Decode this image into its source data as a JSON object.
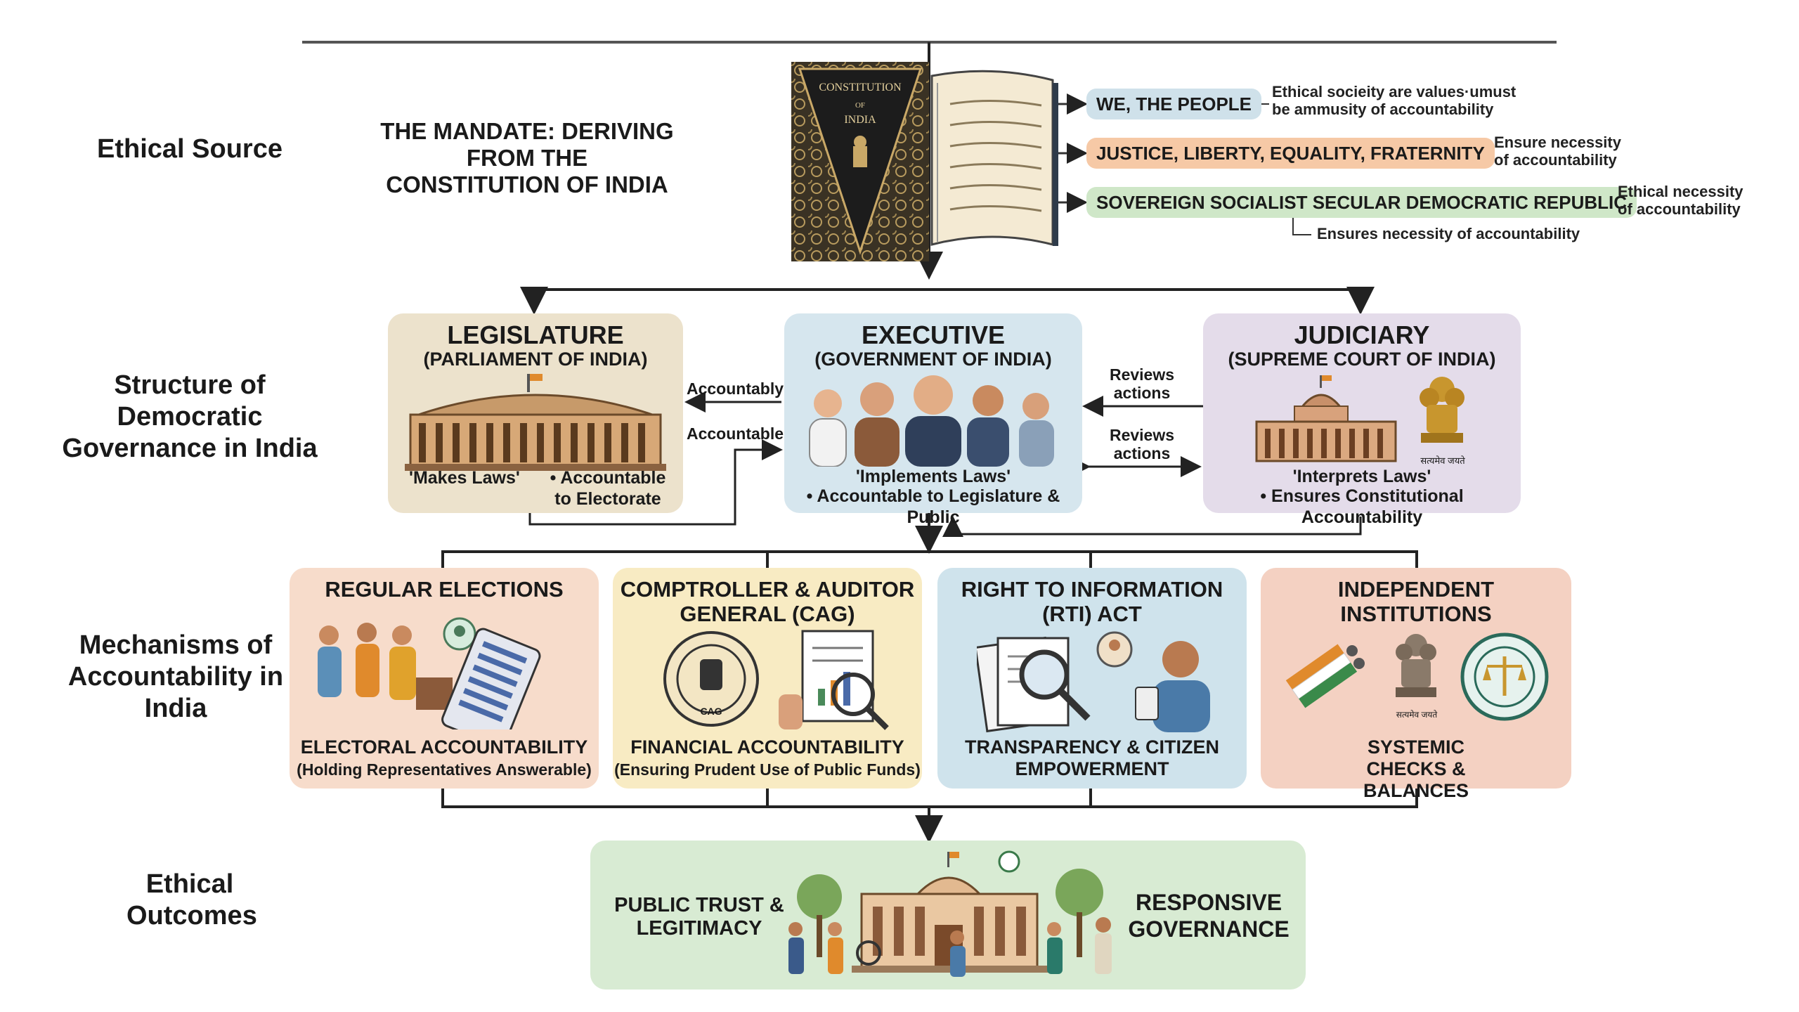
{
  "rows": {
    "ethical_source": "Ethical Source",
    "structure": "Structure of Democratic Governance in India",
    "mechanisms": "Mechanisms of Accountability in India",
    "outcomes": "Ethical Outcomes"
  },
  "mandate": {
    "title": "THE MANDATE: DERIVING FROM THE CONSTITUTION OF INDIA",
    "book_cover_line1": "CONSTITUTION",
    "book_cover_line2": "OF",
    "book_cover_line3": "INDIA"
  },
  "preamble": [
    {
      "label": "WE, THE PEOPLE",
      "note": "Ethical socieity are values·umust be ammusity of accountability",
      "color": "#cfe1ea"
    },
    {
      "label": "JUSTICE, LIBERTY, EQUALITY, FRATERNITY",
      "note": "Ensure necessity of accountability",
      "color": "#f6c9a6"
    },
    {
      "label": "SOVEREIGN SOCIALIST SECULAR DEMOCRATIC REPUBLIC",
      "note": "Ethical necessity of accountability",
      "color": "#cfe7c8"
    }
  ],
  "preamble_subnote": "Ensures necessity of accountability",
  "branches": {
    "legislature": {
      "title": "LEGISLATURE",
      "subtitle": "(PARLIAMENT OF INDIA)",
      "caption_left": "'Makes Laws'",
      "caption_right": "• Accountable to Electorate",
      "color": "#ece2cc"
    },
    "executive": {
      "title": "EXECUTIVE",
      "subtitle": "(GOVERNMENT OF INDIA)",
      "caption_1": "'Implements Laws'",
      "caption_2": "• Accountable to Legislature & Public",
      "color": "#d6e6ee"
    },
    "judiciary": {
      "title": "JUDICIARY",
      "subtitle": "(SUPREME COURT OF INDIA)",
      "caption_1": "'Interprets Laws'",
      "caption_2": "• Ensures Constitutional Accountability",
      "emblem_text": "सत्यमेव जयते",
      "color": "#e4dcea"
    }
  },
  "arrow_labels": {
    "accountably": "Accountably",
    "accountable": "Accountable",
    "reviews_1": "Reviews actions",
    "reviews_2": "Reviews actions"
  },
  "mechanisms": [
    {
      "title": "REGULAR ELECTIONS",
      "cap1": "ELECTORAL ACCOUNTABILITY",
      "cap2": "(Holding Representatives Answerable)",
      "color": "#f7dccb"
    },
    {
      "title": "COMPTROLLER & AUDITOR GENERAL (CAG)",
      "cap1": "FINANCIAL ACCOUNTABILITY",
      "cap2": "(Ensuring Prudent Use of Public Funds)",
      "seal_text": "CAG",
      "color": "#f8ebc3"
    },
    {
      "title": "RIGHT TO INFORMATION (RTI) ACT",
      "cap1": "TRANSPARENCY & CITIZEN EMPOWERMENT",
      "cap2": "",
      "color": "#cfe3ec"
    },
    {
      "title": "INDEPENDENT INSTITUTIONS",
      "cap1": "SYSTEMIC CHECKS & BALANCES",
      "cap2": "",
      "emblem_text": "सत्यमेव जयते",
      "color": "#f4d1c2"
    }
  ],
  "outcomes": {
    "left": "PUBLIC TRUST & LEGITIMACY",
    "right": "RESPONSIVE GOVERNANCE",
    "color": "#d8ebd3"
  }
}
